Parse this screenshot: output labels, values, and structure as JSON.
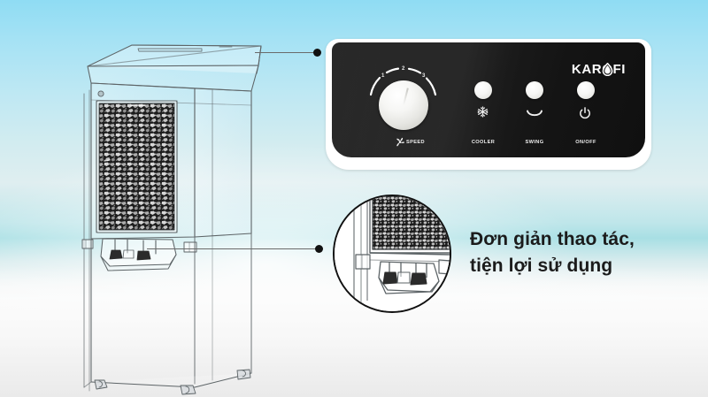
{
  "background": {
    "sky_top_color": "#8fdcf3",
    "sky_mid_color": "#bfe8f3",
    "floor_color": "#ededed"
  },
  "product": {
    "name": "air-cooler-line-drawing",
    "description": "Technical line drawing of a Karofi evaporative air cooler",
    "filter_panel": "honeycomb-cooling-pad",
    "casters": 4
  },
  "callouts": [
    {
      "id": "panel-callout",
      "target": "control-panel",
      "dot_color": "#111111"
    },
    {
      "id": "faucet-callout",
      "target": "water-outlet-detail",
      "dot_color": "#111111"
    }
  ],
  "control_panel": {
    "brand": "KAROFI",
    "brand_color": "#ffffff",
    "face_color": "#1a1a1a",
    "bezel_color": "#ffffff",
    "knob": {
      "name": "speed-knob",
      "label": "SPEED",
      "scale_values": [
        "1",
        "2",
        "3"
      ],
      "selected": "3"
    },
    "buttons": [
      {
        "name": "cooler-button",
        "label": "COOLER",
        "icon": "snowflake-icon"
      },
      {
        "name": "swing-button",
        "label": "SWING",
        "icon": "swing-arc-icon"
      },
      {
        "name": "power-button",
        "label": "ON/OFF",
        "icon": "power-icon"
      }
    ]
  },
  "caption": {
    "line1": "Đơn giản thao tác,",
    "line2": "tiện lợi sử dụng",
    "color": "#1b1b1b"
  }
}
